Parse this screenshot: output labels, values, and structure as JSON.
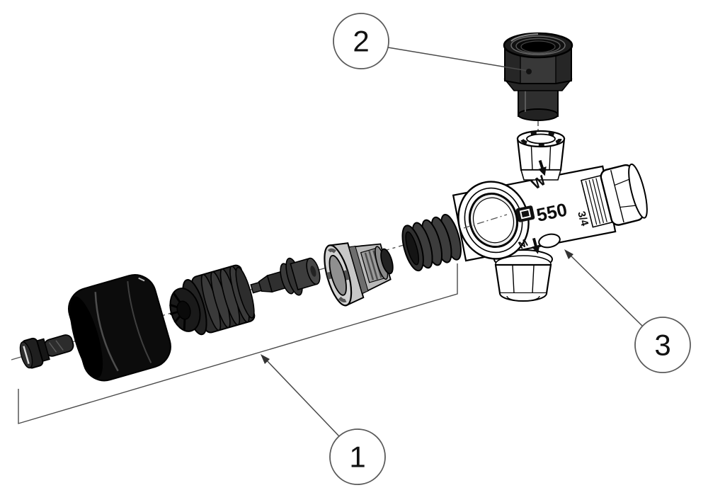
{
  "diagram": {
    "type": "exploded-parts-diagram",
    "subject": "mixing valve exploded view with numbered callouts",
    "callouts": [
      {
        "label": "1"
      },
      {
        "label": "2"
      },
      {
        "label": "3"
      }
    ],
    "valve_markings": {
      "model": "550",
      "size_label": "3/4",
      "top_port_label": "W",
      "bottom_port_label": "M"
    },
    "colors": {
      "background": "#ffffff",
      "outline": "#000000",
      "dark_part": "#2e2e2e",
      "black_part": "#0c0c0c",
      "metal_gray": "#c7c7c7",
      "callout_stroke": "#5a5a5a"
    }
  }
}
